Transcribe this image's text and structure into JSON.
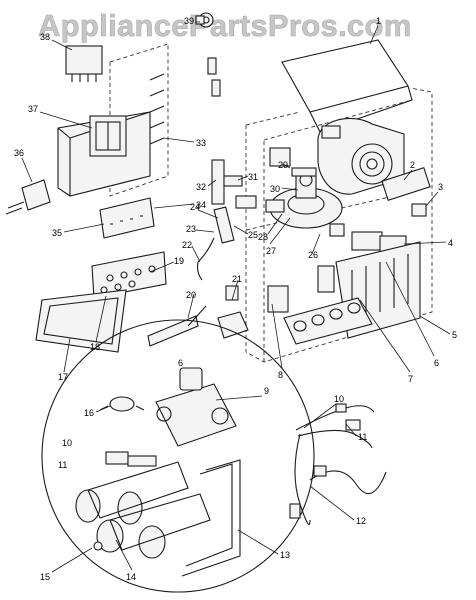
{
  "watermark": "AppliancePartsPros.com",
  "labels": [
    "1",
    "2",
    "3",
    "4",
    "5",
    "6",
    "6",
    "7",
    "8",
    "9",
    "10",
    "10",
    "11",
    "11",
    "12",
    "13",
    "14",
    "15",
    "16",
    "17",
    "18",
    "19",
    "20",
    "21",
    "22",
    "23",
    "24",
    "25",
    "26",
    "27",
    "28",
    "29",
    "30",
    "31",
    "32",
    "33",
    "34",
    "35",
    "36",
    "37",
    "38",
    "39"
  ]
}
